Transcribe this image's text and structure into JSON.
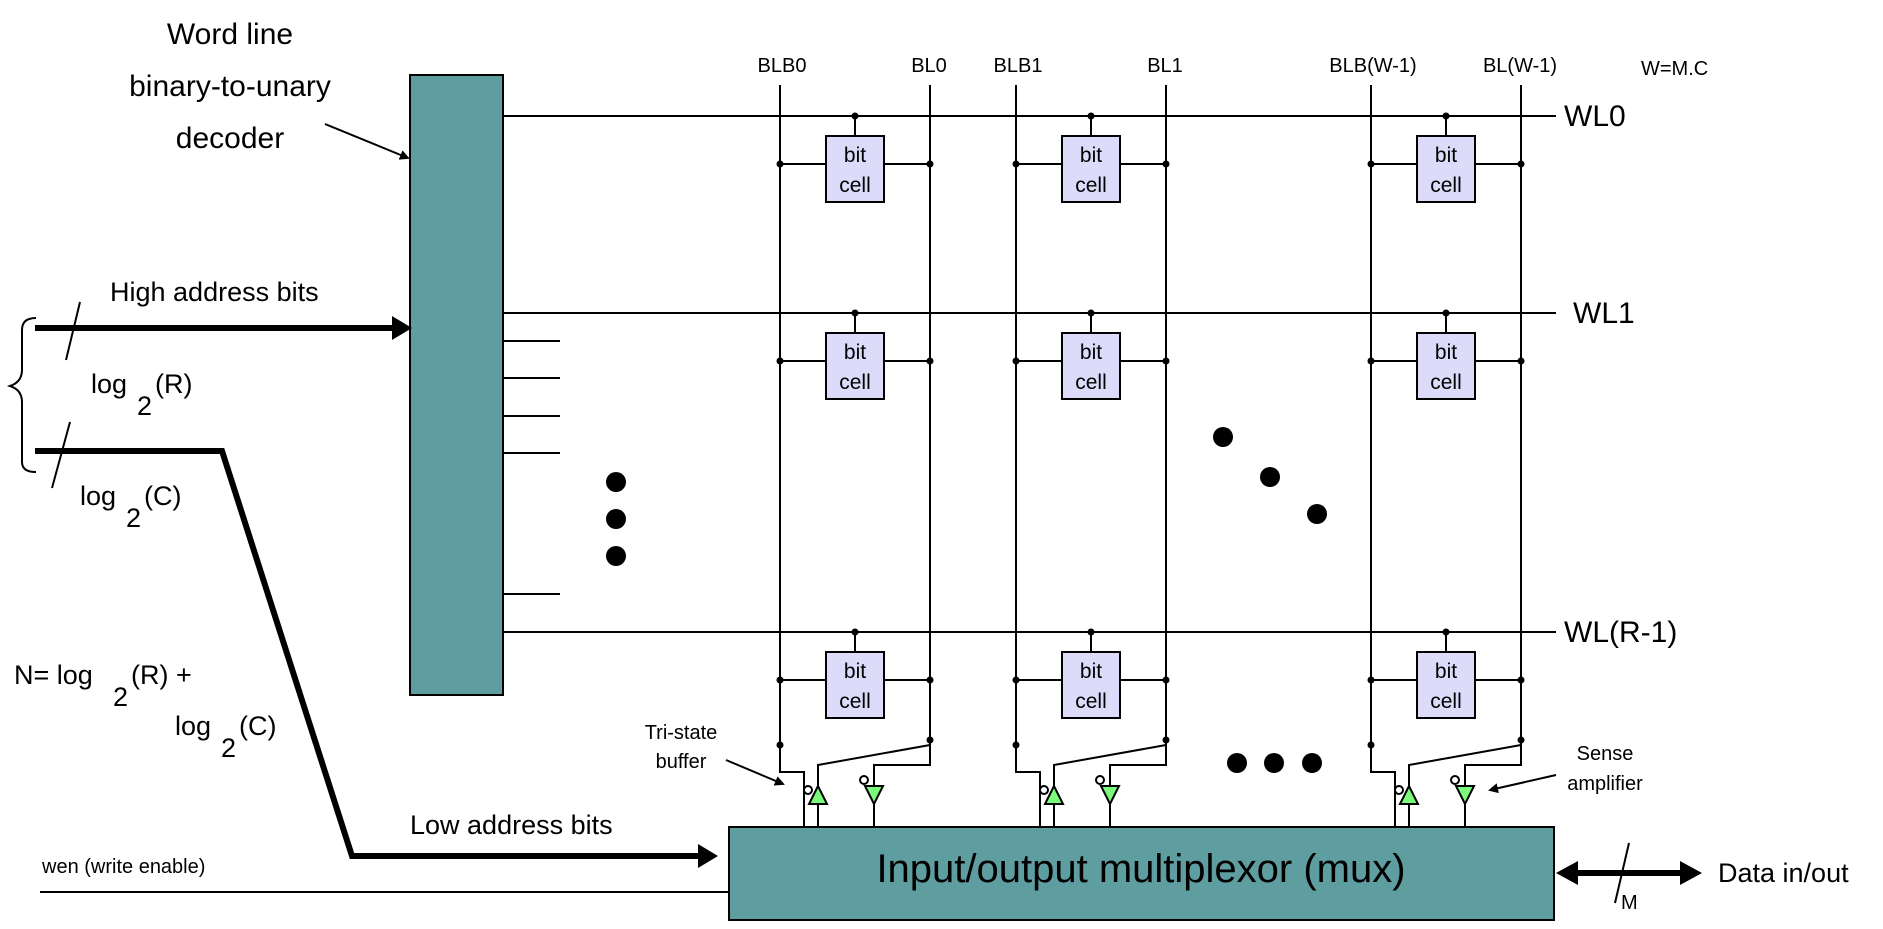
{
  "decoder": {
    "title_line1": "Word line",
    "title_line2": "binary-to-unary",
    "title_line3": "decoder"
  },
  "address": {
    "high_label": "High address bits",
    "log_r": "log",
    "log_r_sub": "2",
    "log_r_arg": "(R)",
    "log_c": "log",
    "log_c_sub": "2",
    "log_c_arg": "(C)",
    "low_label": "Low address bits",
    "n_eq_prefix": "N= log",
    "n_eq_sub1": "2",
    "n_eq_mid": "(R) +",
    "n_eq_line2": "log",
    "n_eq_sub2": "2",
    "n_eq_end": "(C)"
  },
  "bitlines": {
    "col0_blb": "BLB0",
    "col0_bl": "BL0",
    "col1_blb": "BLB1",
    "col1_bl": "BL1",
    "colw_blb": "BLB(W-1)",
    "colw_bl": "BL(W-1)",
    "w_eq": "W=M.C"
  },
  "wordlines": {
    "wl0": "WL0",
    "wl1": "WL1",
    "wlr": "WL(R-1)"
  },
  "cell": {
    "line1": "bit",
    "line2": "cell"
  },
  "annotations": {
    "tristate_line1": "Tri-state",
    "tristate_line2": "buffer",
    "sense_line1": "Sense",
    "sense_line2": "amplifier"
  },
  "mux": {
    "label": "Input/output multiplexor (mux)",
    "data_io": "Data in/out",
    "m_label": "M"
  },
  "wen": {
    "label": "wen (write enable)"
  },
  "colors": {
    "decoder_fill": "#5f9ea0",
    "mux_fill": "#5f9ea0",
    "bitcell_fill": "#dcdcfa",
    "buffer_fill": "#7cfc7c"
  }
}
